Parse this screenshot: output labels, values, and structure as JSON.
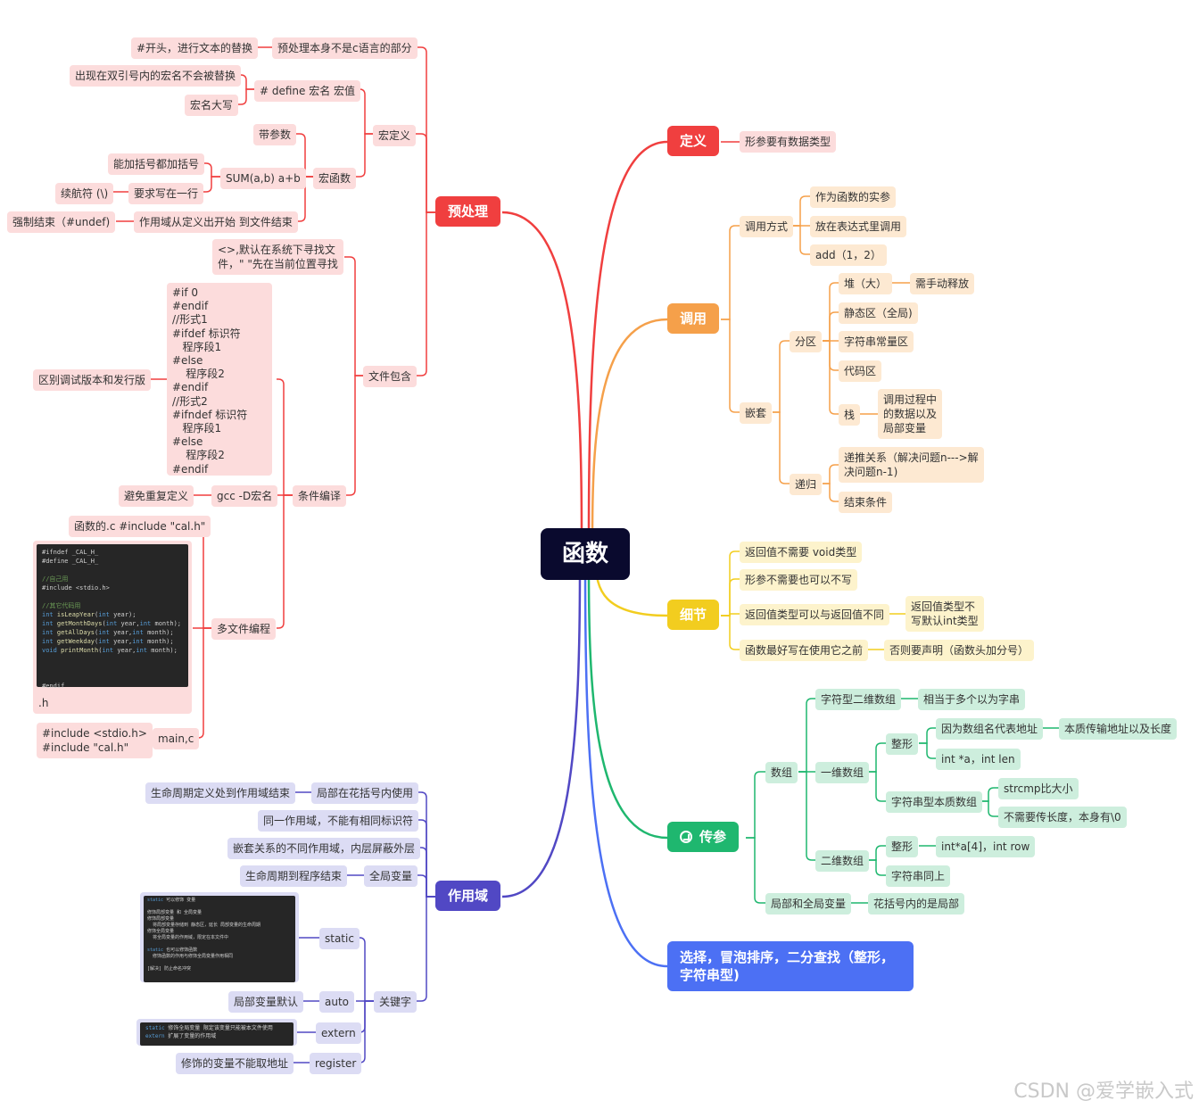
{
  "center": "函数",
  "watermark": "CSDN @爱学嵌入式",
  "colors": {
    "preprocess": "#f03f3f",
    "call": "#f5a04a",
    "detail": "#f2cd1f",
    "param": "#1fb76f",
    "extra": "#4c70f4",
    "scope": "#5148c4"
  },
  "preprocess": {
    "title": "预处理",
    "macro": {
      "title": "宏定义",
      "not_c": "预处理本身不是c语言的部分",
      "hash_start": "#开头，进行文本的替换",
      "define": "# define  宏名 宏值",
      "quote_rule": "出现在双引号内的宏名不会被替换",
      "upper": "宏名大写",
      "func": "宏函数",
      "with_param": "带参数",
      "sum": "SUM(a,b) a+b",
      "paren": "能加括号都加括号",
      "one_line": "要求写在一行",
      "continue": "续航符 (\\)",
      "scope": "作用域从定义出开始 到文件结束",
      "undef": "强制结束（#undef)"
    },
    "include": {
      "title": "文件包含",
      "search": "<>,默认在系统下寻找文\n件，\" \"先在当前位置寻找"
    },
    "cond": {
      "title": "条件编译",
      "code": "#if 0\n#endif\n//形式1\n#ifdef 标识符\n   程序段1\n#else\n    程序段2\n#endif\n//形式2\n#ifndef 标识符\n   程序段1\n#else\n    程序段2\n#endif",
      "debug": "区别调试版本和发行版",
      "gcc": "gcc -D宏名",
      "avoid": "避免重复定义"
    },
    "multi": {
      "title": "多文件编程",
      "func_c": "函数的.c #include \"cal.h\"",
      "h": ".h",
      "main": "main,c",
      "includes": "#include <stdio.h>\n#include \"cal.h\""
    }
  },
  "call": {
    "title": "调用",
    "define_title": "定义",
    "define_note": "形参要有数据类型",
    "mode": "调用方式",
    "mode_items": [
      "作为函数的实参",
      "放在表达式里调用",
      "add（1，2）"
    ],
    "nest": "嵌套",
    "partition": "分区",
    "heap": "堆（大）",
    "heap_note": "需手动释放",
    "static_area": "静态区（全局)",
    "string_area": "字符串常量区",
    "code_area": "代码区",
    "stack": "栈",
    "stack_note": "调用过程中\n的数据以及\n局部变量",
    "recursion": "递归",
    "recur_rel": "递推关系（解决问题n--->解\n决问题n-1)",
    "end_cond": "结束条件"
  },
  "detail": {
    "title": "细节",
    "items": [
      "返回值不需要 void类型",
      "形参不需要也可以不写",
      "返回值类型可以与返回值不同",
      "函数最好写在使用它之前"
    ],
    "ret_note": "返回值类型不\n写默认int类型",
    "declare": "否则要声明（函数头加分号）"
  },
  "param": {
    "title": "传参",
    "array": "数组",
    "char2d": "字符型二维数组",
    "char2d_note": "相当于多个以为字串",
    "one_d": "一维数组",
    "int_type": "整形",
    "addr": "因为数组名代表地址",
    "addr_note": "本质传输地址以及长度",
    "int_ptr": "int *a，int len",
    "str_type": "字符串型本质数组",
    "strcmp": "strcmp比大小",
    "no_len": "不需要传长度，本身有\\0",
    "two_d": "二维数组",
    "int_type2": "整形",
    "int_2d": "int*a[4]，int row",
    "str_same": "字符串同上",
    "local_global": "局部和全局变量",
    "braces": "花括号内的是局部"
  },
  "extra": {
    "text": "选择，冒泡排序，二分查找（整形，\n字符串型)"
  },
  "scope": {
    "title": "作用域",
    "local": "局部在花括号内使用",
    "life_local": "生命周期定义处到作用域结束",
    "same_name": "同一作用域，不能有相同标识符",
    "nested": "嵌套关系的不同作用域，内层屏蔽外层",
    "global": "全局变量",
    "life_global": "生命周期到程序结束",
    "keyword": "关键字",
    "static": "static",
    "auto": "auto",
    "auto_note": "局部变量默认",
    "extern": "extern",
    "register": "register",
    "register_note": "修饰的变量不能取地址"
  }
}
